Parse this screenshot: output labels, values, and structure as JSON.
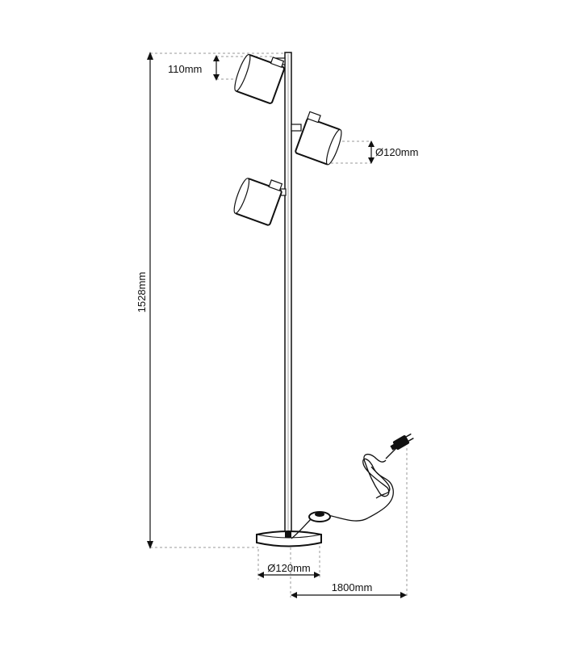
{
  "diagram": {
    "subject": "three-head floor lamp dimension drawing",
    "dimensions": {
      "shade_offset": "110mm",
      "shade_diameter": "Ø120mm",
      "total_height": "1528mm",
      "base_diameter": "Ø120mm",
      "cable_length": "1800mm"
    },
    "colors": {
      "line": "#111111",
      "dash": "#9a9a9a",
      "background": "#ffffff"
    }
  }
}
